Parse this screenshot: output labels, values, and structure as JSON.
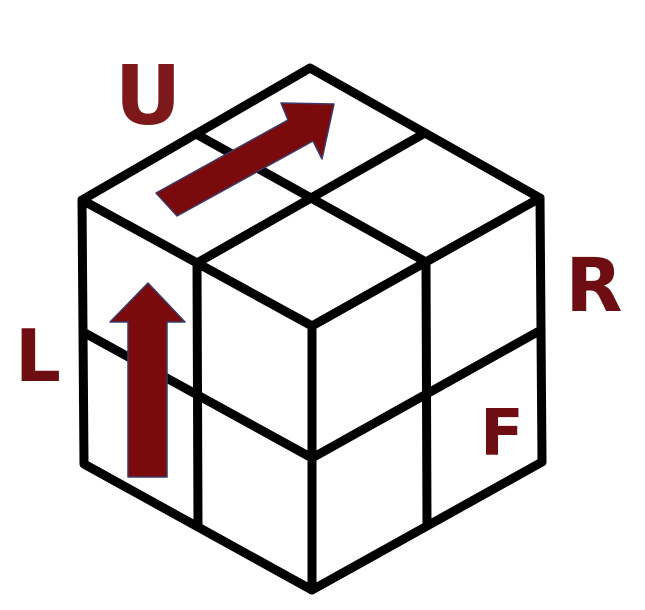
{
  "labels": {
    "up": "U",
    "right": "R",
    "left": "L",
    "front": "F"
  },
  "colors": {
    "arrow_fill": "#7a0a0c",
    "arrow_stroke": "#3a3a6a",
    "label_up": "#7d181b",
    "label_other": "#6f0e12",
    "edge": "#000000",
    "sticker": "#ffffff"
  },
  "icons": {
    "move_up_face": "arrow-icon",
    "move_left_face": "arrow-icon"
  }
}
